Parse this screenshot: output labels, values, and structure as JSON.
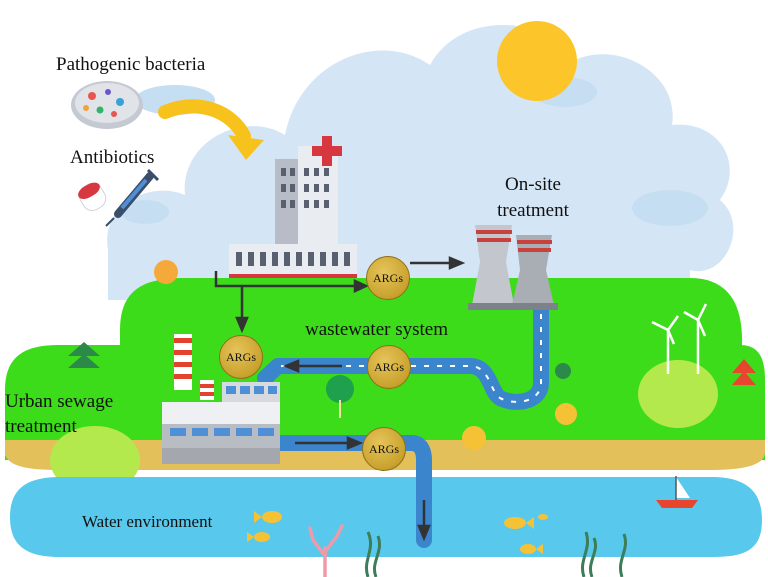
{
  "labels": {
    "pathogenic_bacteria": "Pathogenic bacteria",
    "antibiotics": "Antibiotics",
    "onsite_treatment": "On-site treatment",
    "wastewater_system": "wastewater system",
    "urban_sewage_treatment": "Urban sewage treatment",
    "water_environment": "Water environment"
  },
  "nodes": {
    "arg_label": "ARGs"
  },
  "colors": {
    "sky_cloud": "#d4e6f6",
    "grass": "#3ddc1a",
    "soil": "#e4c05a",
    "water": "#58c9ec",
    "pipe": "#3a85cc",
    "arrow": "#333333",
    "args_node": "#c9a22e",
    "sun": "#fcc52a",
    "yellow_arrow": "#f7c21c",
    "hospital_cross": "#d7373f"
  },
  "icons": [
    "sun-icon",
    "hospital-icon",
    "cooling-towers-icon",
    "treatment-plant-icon",
    "wind-turbine-icon",
    "fish-icon",
    "boat-icon",
    "coral-icon",
    "seaweed-icon",
    "tree-icon",
    "pill-icon",
    "syringe-icon",
    "petri-dish-icon"
  ]
}
